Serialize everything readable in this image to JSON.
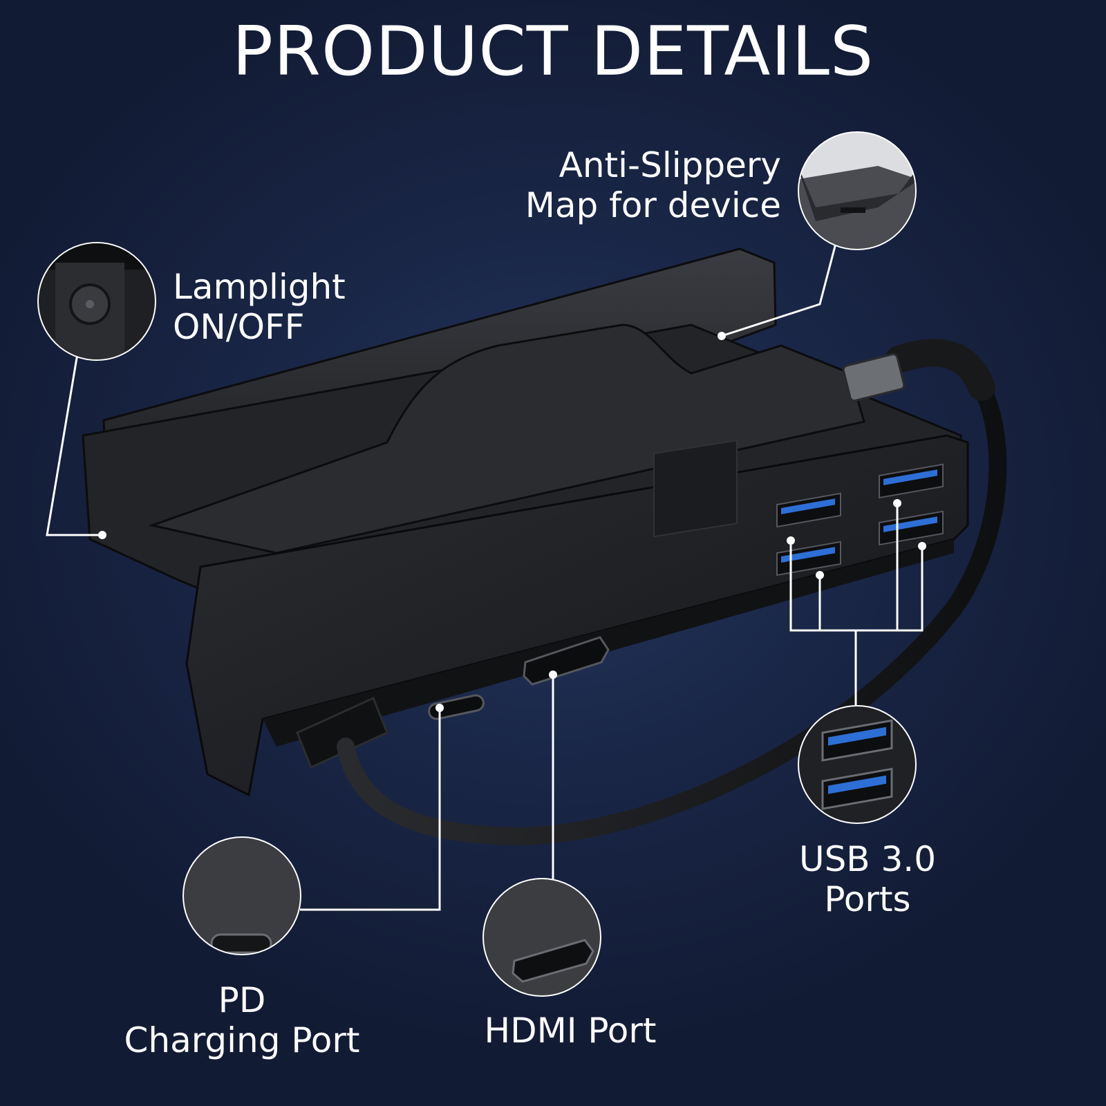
{
  "title": "PRODUCT DETAILS",
  "callouts": {
    "lamplight": {
      "line1": "Lamplight",
      "line2": "ON/OFF"
    },
    "anti_slippery": {
      "line1": "Anti-Slippery",
      "line2": "Map for device"
    },
    "usb": {
      "label": "USB 3.0 Ports"
    },
    "pd": {
      "line1": "PD",
      "line2": "Charging Port"
    },
    "hdmi": {
      "label": "HDMI Port"
    }
  },
  "colors": {
    "background": "#1a2748",
    "dock_body": "#1c1d20",
    "usb_blue": "#2e6fd6",
    "callout_line": "#ffffff"
  }
}
